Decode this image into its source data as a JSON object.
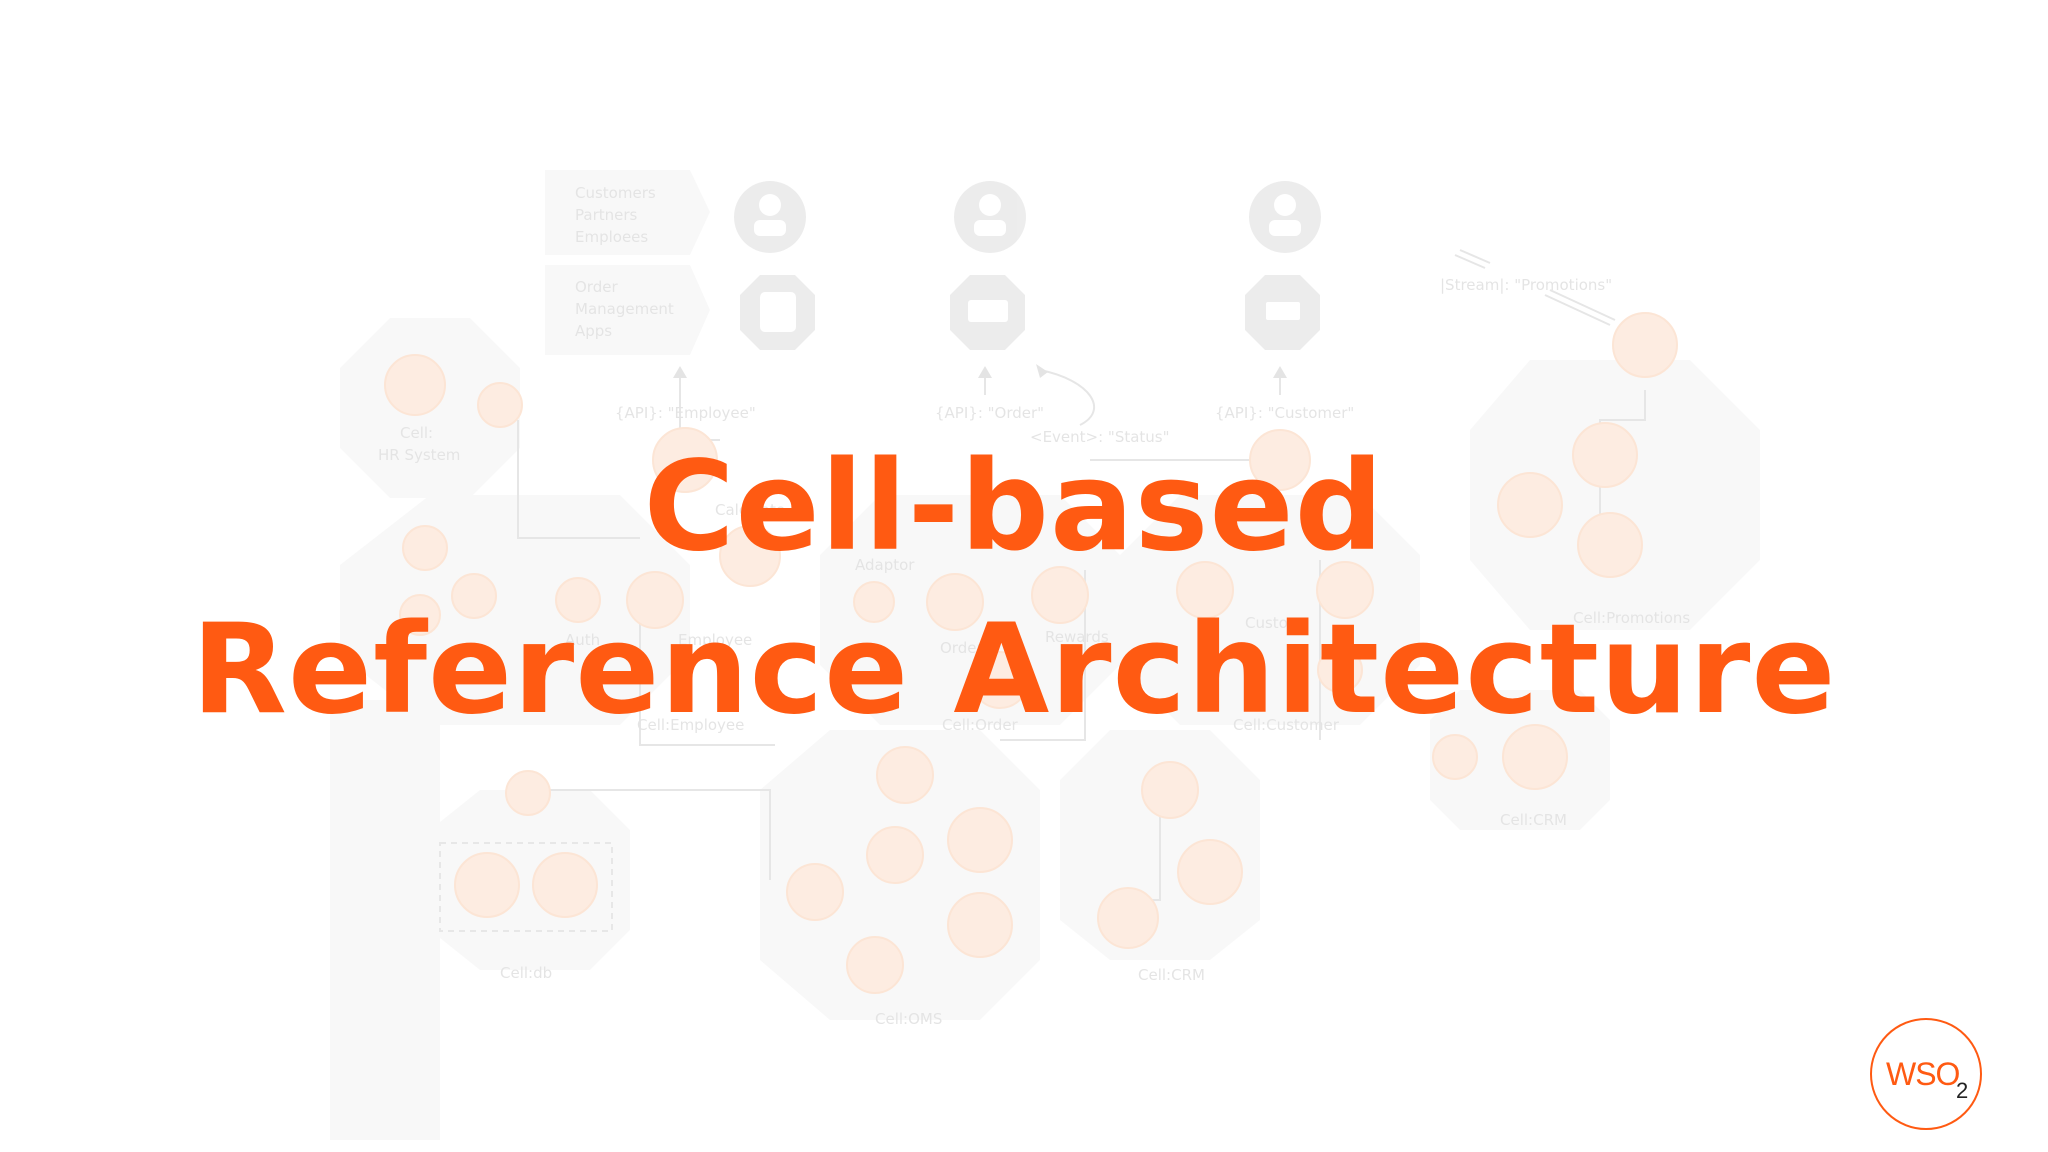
{
  "slide": {
    "title_line1": "Cell-based",
    "title_line2": "Reference Architecture",
    "accent_color": "#ff5a12"
  },
  "logo": {
    "text": "WSO",
    "subscript": "2",
    "icon": "wso2-logo-icon"
  },
  "diagram": {
    "actors": {
      "line1": "Customers",
      "line2": "Partners",
      "line3": "Emploees"
    },
    "apps": {
      "line1": "Order",
      "line2": "Management",
      "line3": "Apps"
    },
    "api_employee": "{API}: \"Employee\"",
    "api_order": "{API}: \"Order\"",
    "api_customer": "{API}: \"Customer\"",
    "event_status": "<Event>: \"Status\"",
    "stream_promotions": "|Stream|: \"Promotions\"",
    "cells": {
      "hr_line1": "Cell:",
      "hr_line2": "HR System",
      "employee": "Cell:Employee",
      "order": "Cell:Order",
      "customer": "Cell:Customer",
      "promotions": "Cell:Promotions",
      "crm_right": "Cell:CRM",
      "crm_bottom": "Cell:CRM",
      "db": "Cell:db",
      "oms": "Cell:OMS"
    },
    "components": {
      "auth": "Auth",
      "employee": "Employee",
      "adaptor": "Adaptor",
      "order": "Order",
      "rewards": "Rewards",
      "customer": "Custo",
      "calculate": "Calculate_ot"
    }
  }
}
